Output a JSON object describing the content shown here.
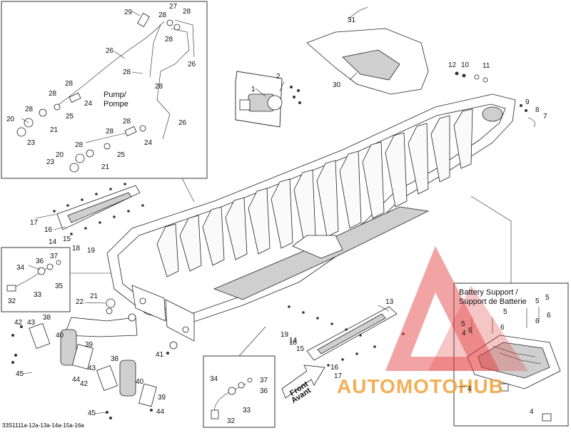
{
  "figure_id": "33S1111a-12a-13a-14a-15a-16a",
  "captions": {
    "pump_en": "Pump/",
    "pump_fr": "Pompe",
    "battery_en": "Battery Support /",
    "battery_fr": "Support de Batterie",
    "front_en": "Front",
    "front_fr": "Avant"
  },
  "watermark": {
    "brand": "AUTOMOTOHUB",
    "colors": {
      "triangle": "#e23b3b",
      "text": "#f0a23a"
    }
  },
  "callouts": {
    "c1": "1",
    "c2": "2",
    "c4a": "4",
    "c4b": "4",
    "c4c": "4",
    "c5a": "5",
    "c5b": "5",
    "c5c": "5",
    "c5d": "5",
    "c6a": "6",
    "c6b": "6",
    "c6c": "6",
    "c6d": "6",
    "c7": "7",
    "c8": "8",
    "c9": "9",
    "c10": "10",
    "c11": "11",
    "c12": "12",
    "c13": "13",
    "c14a": "14",
    "c14b": "14",
    "c15a": "15",
    "c15b": "15",
    "c16a": "16",
    "c16b": "16",
    "c17a": "17",
    "c17b": "17",
    "c18a": "18",
    "c18b": "18",
    "c19a": "19",
    "c19b": "19",
    "c20a": "20",
    "c20b": "20",
    "c21a": "21",
    "c21b": "21",
    "c21c": "21",
    "c22": "22",
    "c23a": "23",
    "c23b": "23",
    "c24a": "24",
    "c24b": "24",
    "c25a": "25",
    "c25b": "25",
    "c26a": "26",
    "c26b": "26",
    "c26c": "26",
    "c27": "27",
    "c28a": "28",
    "c28b": "28",
    "c28c": "28",
    "c28d": "28",
    "c28e": "28",
    "c28f": "28",
    "c28g": "28",
    "c28h": "28",
    "c28i": "28",
    "c28j": "28",
    "c28k": "28",
    "c29": "29",
    "c30": "30",
    "c31": "31",
    "c32a": "32",
    "c32b": "32",
    "c33a": "33",
    "c33b": "33",
    "c34a": "34",
    "c34b": "34",
    "c35": "35",
    "c36a": "36",
    "c36b": "36",
    "c37a": "37",
    "c37b": "37",
    "c38a": "38",
    "c38b": "38",
    "c39a": "39",
    "c39b": "39",
    "c40a": "40",
    "c40b": "40",
    "c41": "41",
    "c42a": "42",
    "c42b": "42",
    "c43a": "43",
    "c43b": "43",
    "c44a": "44",
    "c44b": "44",
    "c45a": "45",
    "c45b": "45"
  }
}
